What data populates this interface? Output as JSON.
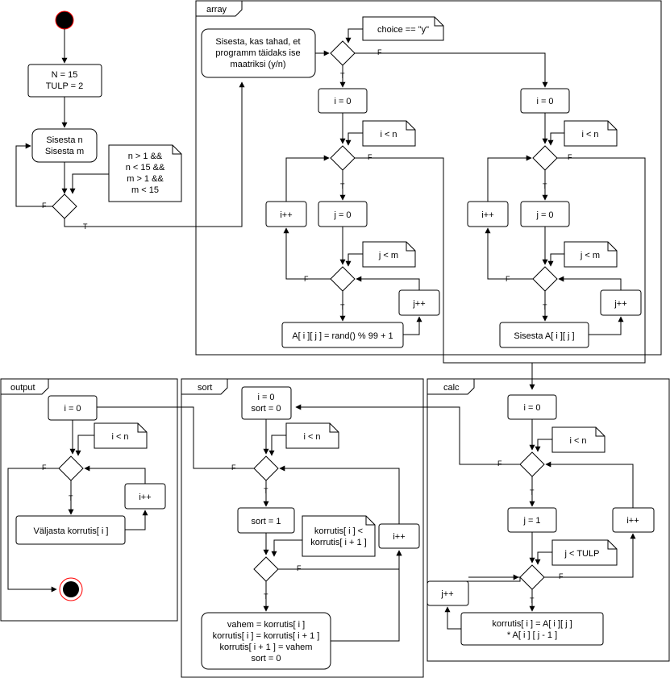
{
  "frames": {
    "array": "array",
    "output": "output",
    "sort": "sort",
    "calc": "calc"
  },
  "main": {
    "init": [
      "N = 15",
      "TULP = 2"
    ],
    "input": [
      "Sisesta n",
      "Sisesta m"
    ],
    "condition_note": [
      "n > 1 &&",
      "n < 15 &&",
      "m > 1 &&",
      "m < 15"
    ]
  },
  "array": {
    "prompt": [
      "Sisesta, kas tahad, et",
      "programm täidaks ise",
      "maatriksi (y/n)"
    ],
    "choice_note": "choice == \"y\"",
    "left": {
      "i_init": "i = 0",
      "i_note": "i < n",
      "i_inc": "i++",
      "j_init": "j = 0",
      "j_note": "j < m",
      "j_inc": "j++",
      "body": "A[ i ][ j ] = rand() % 99 + 1"
    },
    "right": {
      "i_init": "i = 0",
      "i_note": "i < n",
      "i_inc": "i++",
      "j_init": "j = 0",
      "j_note": "j < m",
      "j_inc": "j++",
      "body": "Sisesta A[ i ][ j ]"
    }
  },
  "output": {
    "i_init": "i = 0",
    "i_note": "i < n",
    "i_inc": "i++",
    "body": "Väljasta korrutis[ i ]"
  },
  "sort": {
    "init": [
      "i = 0",
      "sort = 0"
    ],
    "i_note": "i < n",
    "sort_set": "sort = 1",
    "cmp_note": [
      "korrutis[ i ] <",
      "korrutis[ i + 1 ]"
    ],
    "i_inc": "i++",
    "swap": [
      "vahem = korrutis[ i ]",
      "korrutis[ i ] = korrutis[ i + 1 ]",
      "korrutis[ i + 1 ] = vahem",
      "sort = 0"
    ]
  },
  "calc": {
    "i_init": "i = 0",
    "i_note": "i < n",
    "j_init": "j = 1",
    "j_note": "j < TULP",
    "i_inc": "i++",
    "j_inc": "j++",
    "body": [
      "korrutis[ i ] = A[ i ][ j ]",
      "* A[ i ] [ j - 1 ]"
    ]
  },
  "labels": {
    "true": "T",
    "false": "F"
  }
}
